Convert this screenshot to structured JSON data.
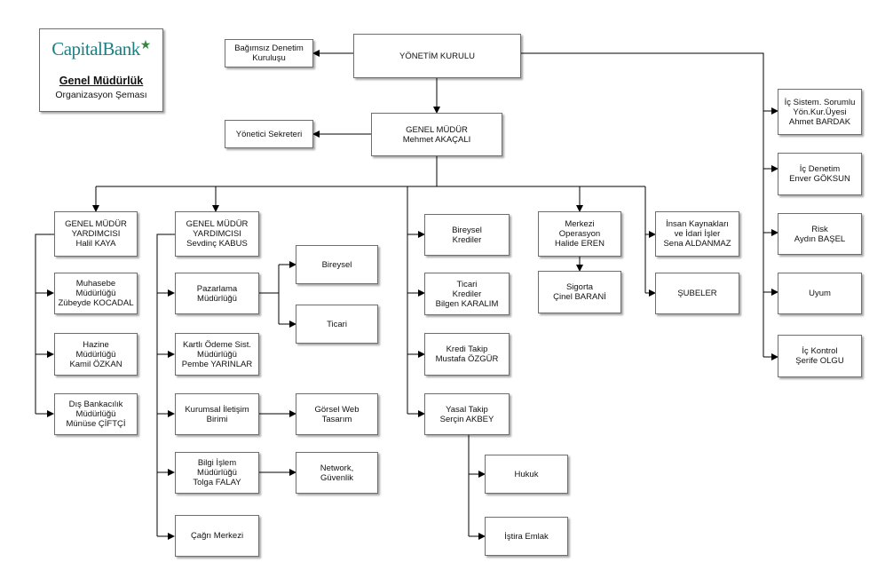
{
  "logo": {
    "brand": "CapitalBank",
    "tagline": "",
    "title": "Genel Müdürlük",
    "subtitle": "Organizasyon Şeması",
    "brand_color": "#1d7f82",
    "star_color": "#2f8a3a"
  },
  "nodes": {
    "yonetim_kurulu": "YÖNETİM KURULU",
    "bagimsiz_denetim": "Bağımsız Denetim\nKuruluşu",
    "genel_mudur": "GENEL MÜDÜR\nMehmet AKAÇALI",
    "yonetici_sekreteri": "Yönetici Sekreteri",
    "gmy_halil": "GENEL MÜDÜR\nYARDIMCISI\nHalil KAYA",
    "muhasebe": "Muhasebe\nMüdürlüğü\nZübeyde KOCADAL",
    "hazine": "Hazine\nMüdürlüğü\nKamil ÖZKAN",
    "dis_bankacilik": "Dış Bankacılık\nMüdürlüğü\nMünüse ÇİFTÇİ",
    "gmy_sevdinc": "GENEL MÜDÜR\nYARDIMCISI\nSevdinç KABUS",
    "pazarlama": "Pazarlama\nMüdürlüğü",
    "bireysel": "Bireysel",
    "ticari": "Ticari",
    "kartli_odeme": "Kartlı Ödeme Sist.\nMüdürlüğü\nPembe YARINLAR",
    "kurumsal_iletisim": "Kurumsal İletişim\nBirimi",
    "gorsel_web": "Görsel Web\nTasarım",
    "bilgi_islem": "Bilgi İşlem\nMüdürlüğü\nTolga FALAY",
    "network": "Network,\nGüvenlik",
    "cagri_merkezi": "Çağrı Merkezi",
    "bireysel_krediler": "Bireysel\nKrediler",
    "ticari_krediler": "Ticari\nKrediler\nBilgen KARALIM",
    "kredi_takip": "Kredi Takip\nMustafa ÖZGÜR",
    "yasal_takip": "Yasal Takip\nSerçin AKBEY",
    "hukuk": "Hukuk",
    "istira_emlak": "İştira Emlak",
    "merkezi_operasyon": "Merkezi\nOperasyon\nHalide EREN",
    "sigorta": "Sigorta\nÇinel BARANİ",
    "insan_kaynaklari": "İnsan Kaynakları\nve İdari İşler\nSena ALDANMAZ",
    "subeler": "ŞUBELER",
    "ic_sistem": "İç Sistem. Sorumlu\nYön.Kur.Üyesi\nAhmet BARDAK",
    "ic_denetim": "İç Denetim\nEnver GÖKSUN",
    "risk": "Risk\nAydın BAŞEL",
    "uyum": "Uyum",
    "ic_kontrol": "İç Kontrol\nŞerife OLGU"
  }
}
